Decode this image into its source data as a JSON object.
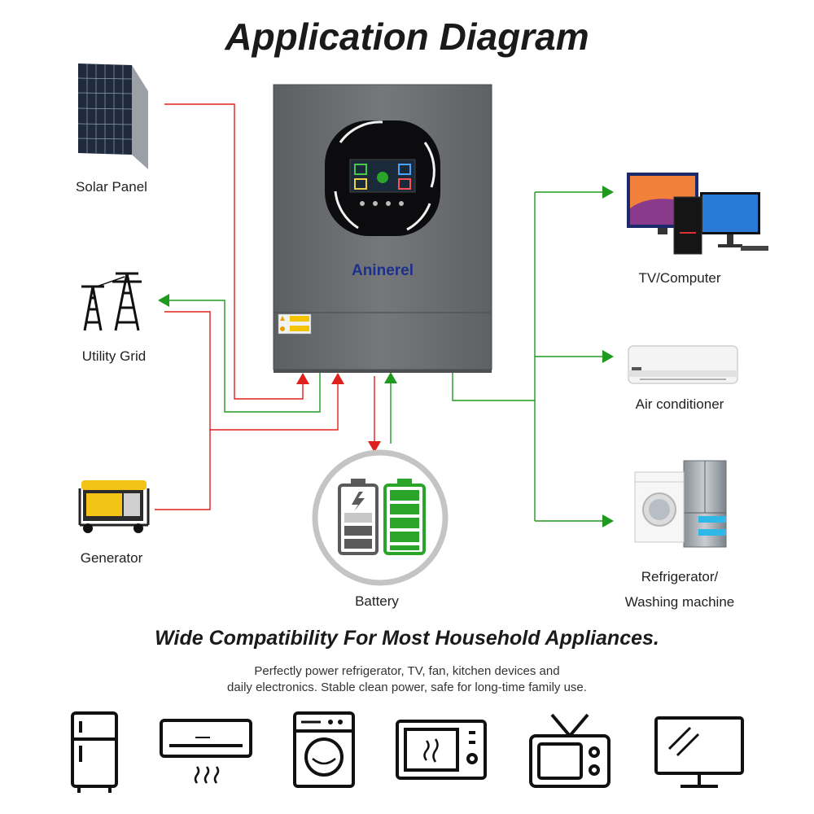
{
  "title": "Application Diagram",
  "device": {
    "brand": "Aninerel",
    "caution_1": "CAUTION",
    "caution_2": "CAUTION"
  },
  "sources": {
    "solar": "Solar Panel",
    "grid": "Utility Grid",
    "generator": "Generator",
    "battery": "Battery"
  },
  "loads": {
    "tv": "TV/Computer",
    "ac": "Air conditioner",
    "fridge_line1": "Refrigerator/",
    "fridge_line2": "Washing machine"
  },
  "subtitle": "Wide Compatibility For Most Household Appliances.",
  "description": {
    "line1": "Perfectly power refrigerator, TV, fan, kitchen devices and",
    "line2": "daily electronics. Stable clean power, safe for long-time family use."
  },
  "colors": {
    "input_line": "#e0201c",
    "output_line": "#1f9a1f",
    "device_body": "#6b6e70",
    "battery_gray": "#5a5a5a",
    "battery_green": "#2aa52a"
  },
  "icons": [
    "solar-panel-icon",
    "utility-grid-icon",
    "generator-icon",
    "battery-icon",
    "tv-computer-icon",
    "air-conditioner-icon",
    "fridge-washer-icon",
    "refrigerator-outline-icon",
    "ac-outline-icon",
    "washing-machine-outline-icon",
    "microwave-outline-icon",
    "tv-outline-icon",
    "monitor-outline-icon"
  ]
}
